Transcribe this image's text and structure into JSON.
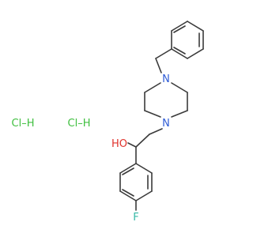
{
  "molecule": {
    "atoms": {
      "n_top": {
        "symbol": "N",
        "color": "#2f5cd6"
      },
      "n_bottom": {
        "symbol": "N",
        "color": "#2f5cd6"
      },
      "oh": {
        "symbol": "HO",
        "color": "#e0322b"
      },
      "f": {
        "symbol": "F",
        "color": "#35b8a6"
      }
    },
    "salts": [
      {
        "text": "Cl–H",
        "color": "#3fbf3f"
      },
      {
        "text": "Cl–H",
        "color": "#3fbf3f"
      }
    ]
  },
  "colors": {
    "bond": "#3a3a3a",
    "background": "#ffffff"
  }
}
